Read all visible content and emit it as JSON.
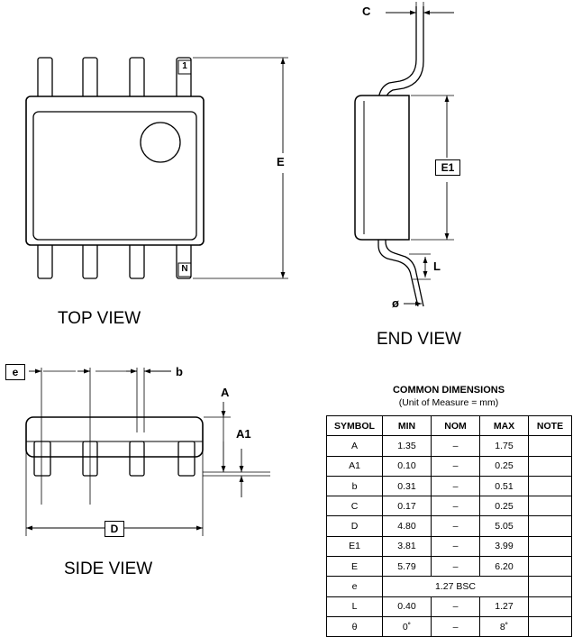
{
  "views": {
    "top": "TOP VIEW",
    "end": "END VIEW",
    "side": "SIDE VIEW"
  },
  "pins": {
    "first": "1",
    "last": "N"
  },
  "dimension_labels": {
    "C": "C",
    "E": "E",
    "E1": "E1",
    "L": "L",
    "phi": "ø",
    "e": "e",
    "b": "b",
    "A": "A",
    "A1": "A1",
    "D": "D"
  },
  "table": {
    "title": "COMMON DIMENSIONS",
    "subtitle": "(Unit of Measure = mm)",
    "headers": [
      "SYMBOL",
      "MIN",
      "NOM",
      "MAX",
      "NOTE"
    ],
    "rows": [
      {
        "symbol": "A",
        "min": "1.35",
        "nom": "–",
        "max": "1.75",
        "note": ""
      },
      {
        "symbol": "A1",
        "min": "0.10",
        "nom": "–",
        "max": "0.25",
        "note": ""
      },
      {
        "symbol": "b",
        "min": "0.31",
        "nom": "–",
        "max": "0.51",
        "note": ""
      },
      {
        "symbol": "C",
        "min": "0.17",
        "nom": "–",
        "max": "0.25",
        "note": ""
      },
      {
        "symbol": "D",
        "min": "4.80",
        "nom": "–",
        "max": "5.05",
        "note": ""
      },
      {
        "symbol": "E1",
        "min": "3.81",
        "nom": "–",
        "max": "3.99",
        "note": ""
      },
      {
        "symbol": "E",
        "min": "5.79",
        "nom": "–",
        "max": "6.20",
        "note": ""
      },
      {
        "symbol": "e",
        "span": "1.27 BSC",
        "note": ""
      },
      {
        "symbol": "L",
        "min": "0.40",
        "nom": "–",
        "max": "1.27",
        "note": ""
      },
      {
        "symbol": "θ",
        "min": "0˚",
        "nom": "–",
        "max": "8˚",
        "note": ""
      }
    ]
  }
}
